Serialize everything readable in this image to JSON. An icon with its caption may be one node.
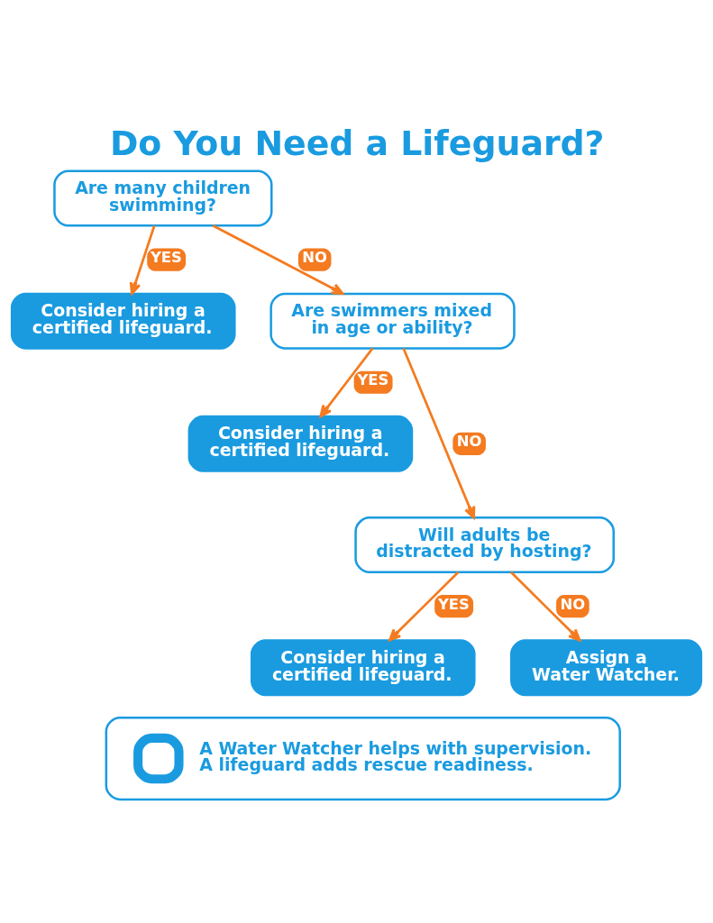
{
  "diagram": {
    "title": "Do You Need a Lifeguard?",
    "nodes": [
      {
        "text": [
          "Are many children swimming?"
        ]
      },
      {
        "text": [
          "Consider hiring a certified lifeguard."
        ]
      },
      {
        "text": [
          "Are swimmers mixed in age or ability?"
        ]
      },
      {
        "text": [
          "Consider hiring a certified lifeguard."
        ]
      },
      {
        "text": [
          "Will adults be distracted by hosting?"
        ]
      },
      {
        "text": [
          "Consider hiring a certified lifeguard."
        ]
      },
      {
        "text": [
          "Assign a Water Watcher."
        ]
      },
      {
        "text": [
          "A Water Watcher helps with supervision. A lifeguard adds rescue readiness."
        ]
      }
    ],
    "edges": [
      {
        "from": 0,
        "to": 1,
        "arrow": "to",
        "label": "YES"
      },
      {
        "from": 0,
        "to": 2,
        "arrow": "to",
        "label": "NO"
      },
      {
        "from": 2,
        "to": 3,
        "arrow": "to",
        "label": "YES"
      },
      {
        "from": 2,
        "to": 4,
        "arrow": "to",
        "label": "NO"
      },
      {
        "from": 4,
        "to": 5,
        "arrow": "to",
        "label": "YES"
      },
      {
        "from": 4,
        "to": 6,
        "arrow": "to",
        "label": "NO"
      }
    ]
  }
}
